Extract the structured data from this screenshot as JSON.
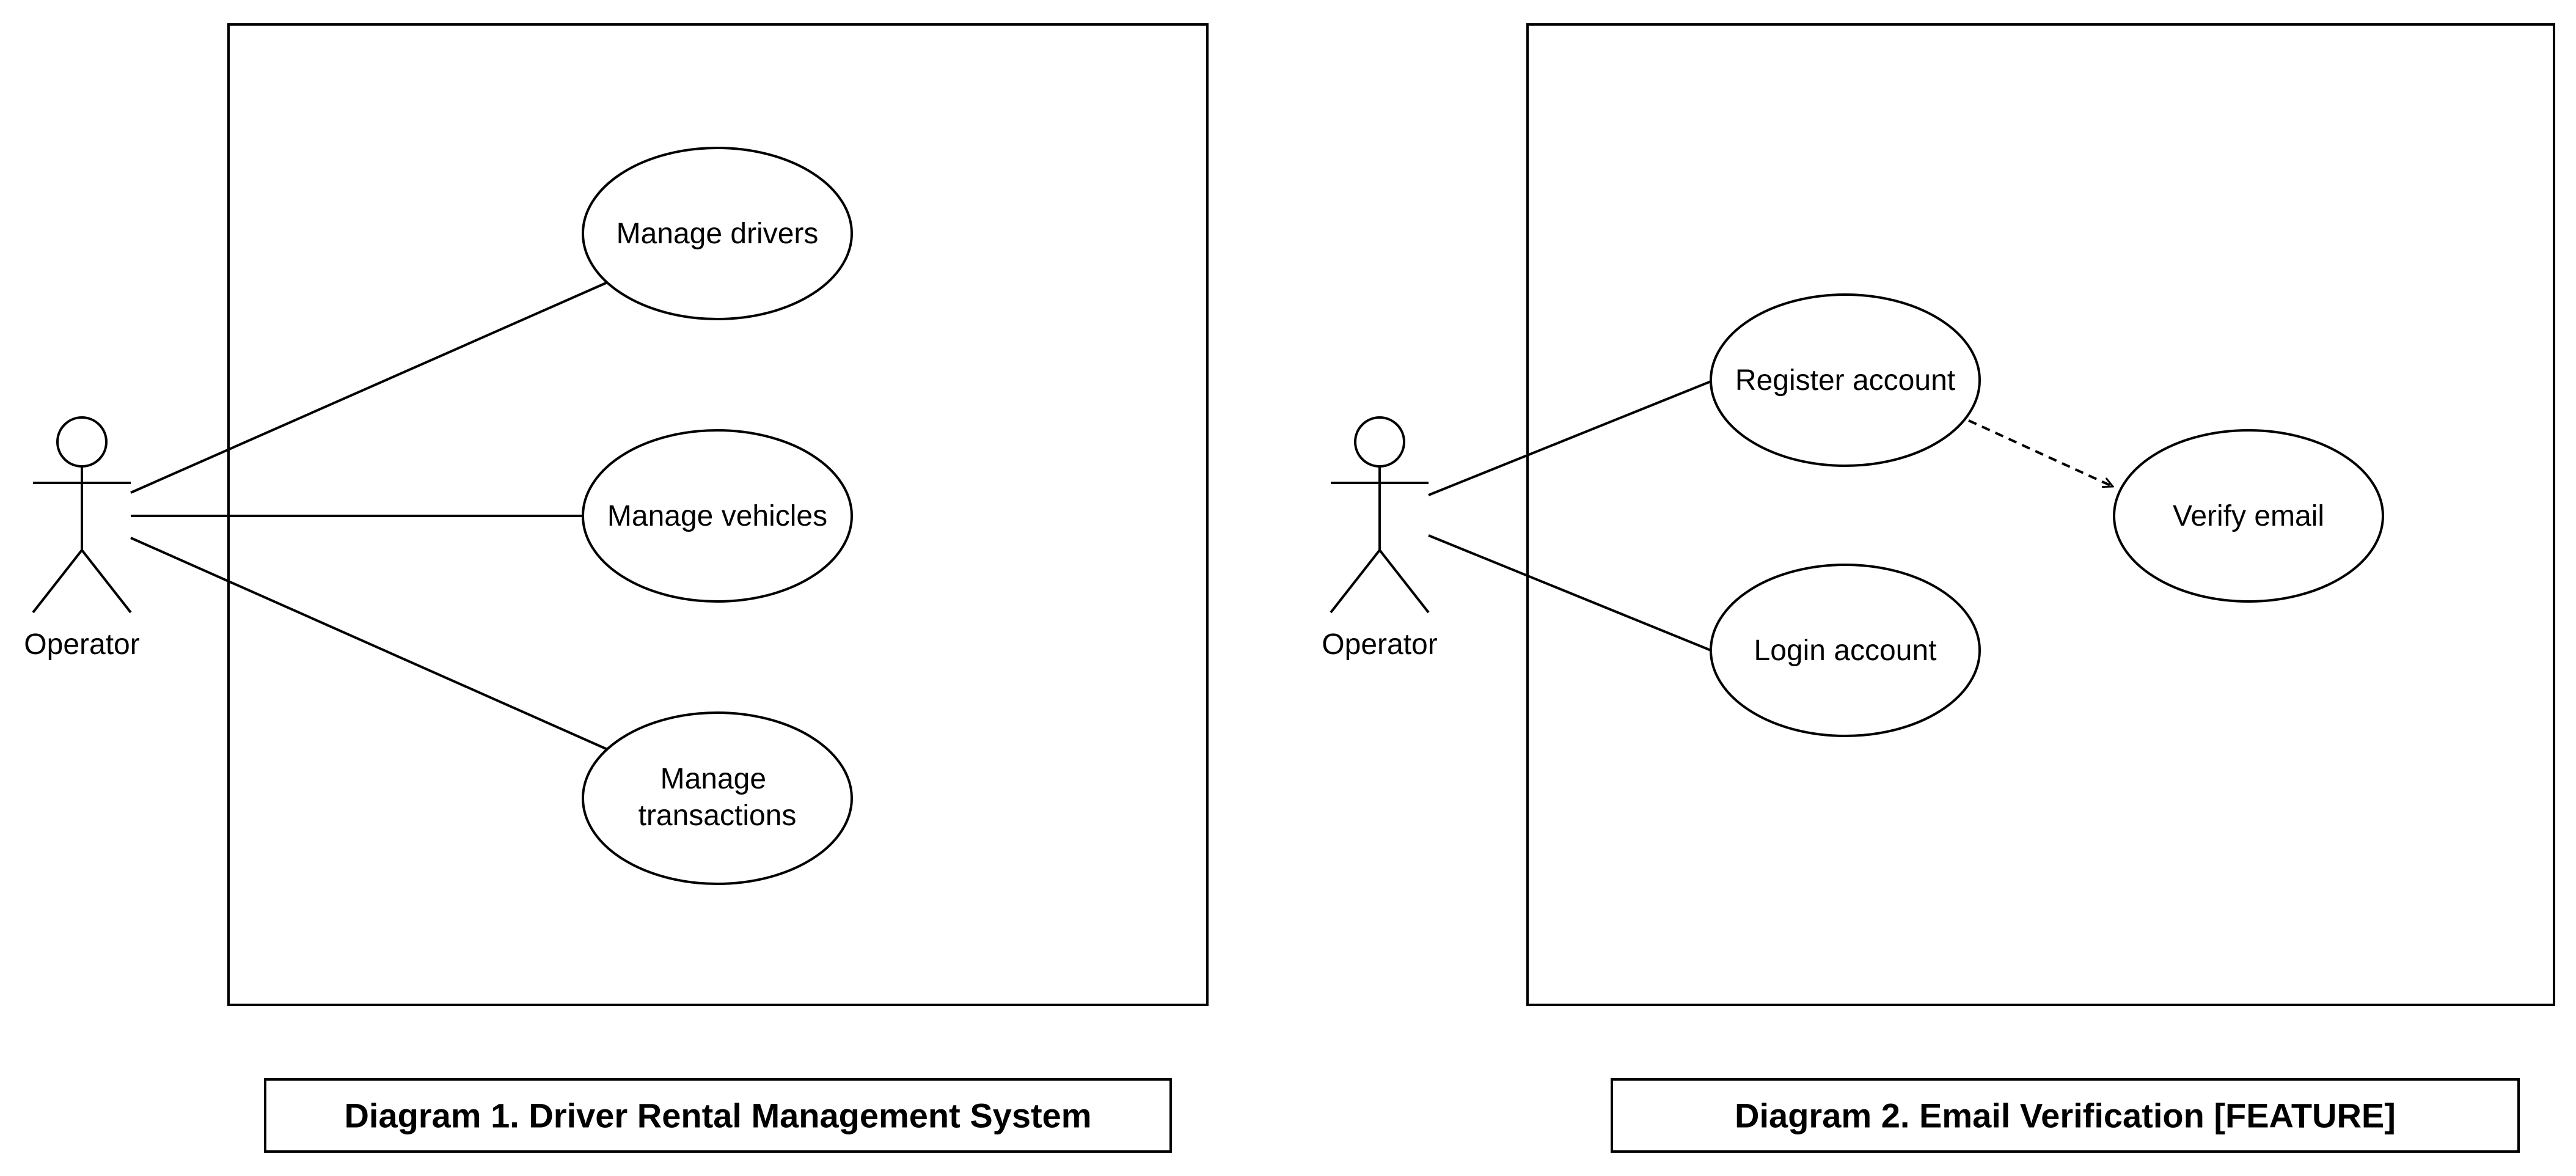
{
  "diagram1": {
    "actor": "Operator",
    "use_cases": [
      {
        "lines": [
          "Manage drivers"
        ]
      },
      {
        "lines": [
          "Manage vehicles"
        ]
      },
      {
        "lines": [
          "Manage",
          "transactions"
        ]
      }
    ],
    "caption": "Diagram 1. Driver Rental Management System"
  },
  "diagram2": {
    "actor": "Operator",
    "use_cases": [
      {
        "lines": [
          "Register account"
        ]
      },
      {
        "lines": [
          "Login account"
        ]
      },
      {
        "lines": [
          "Verify email"
        ]
      }
    ],
    "caption": "Diagram 2. Email Verification [FEATURE]"
  },
  "colors": {
    "stroke": "#000000",
    "background": "#ffffff"
  }
}
